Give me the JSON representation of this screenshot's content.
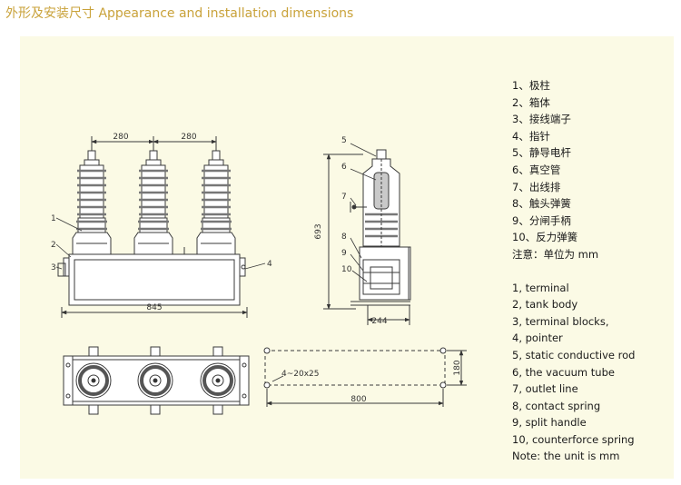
{
  "header": {
    "title": "外形及安装尺寸 Appearance and installation dimensions"
  },
  "colors": {
    "panel_bg": "#fbfae5",
    "title": "#c9a23a",
    "line": "#3a3a3a",
    "porcelain": "#8a8a8a"
  },
  "drawing": {
    "front": {
      "dim_spacing_left": "280",
      "dim_spacing_right": "280",
      "dim_width": "845",
      "callouts": [
        "1",
        "2",
        "3",
        "4"
      ]
    },
    "side": {
      "dim_height": "693",
      "dim_depth": "244",
      "callouts": [
        "5",
        "6",
        "7",
        "8",
        "9",
        "10"
      ]
    },
    "mount": {
      "holes": "4~20x25",
      "dim_spacing": "180",
      "dim_length": "800"
    }
  },
  "legend_cn": [
    "1、极柱",
    "2、箱体",
    "3、接线端子",
    "4、指针",
    "5、静导电杆",
    "6、真空管",
    "7、出线排",
    "8、触头弹簧",
    "9、分闸手柄",
    "10、反力弹簧",
    "注意：单位为 mm"
  ],
  "legend_en": [
    "1, terminal",
    "2, tank body",
    "3, terminal blocks,",
    "4, pointer",
    "5, static conductive rod",
    "6, the vacuum tube",
    "7, outlet line",
    "8, contact spring",
    "9, split handle",
    "10, counterforce spring",
    "Note: the unit is mm"
  ]
}
